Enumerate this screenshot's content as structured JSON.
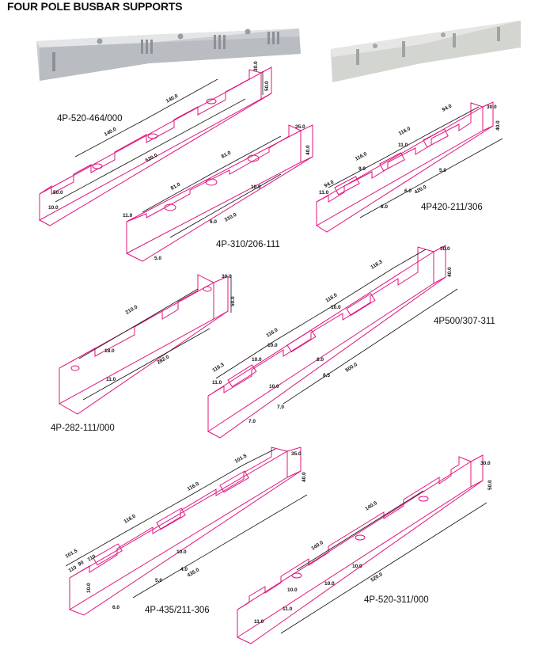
{
  "page": {
    "title": "FOUR POLE BUSBAR SUPPORTS"
  },
  "colors": {
    "outline": "#e0147e",
    "photo_body": "#c9ccd0",
    "photo_body_light": "#dadcd8"
  },
  "parts": [
    {
      "code": "4P-520-464/000",
      "dims": [
        "30.0",
        "50.0",
        "140.0",
        "140.0",
        "520.0",
        "50.0",
        "10.0"
      ]
    },
    {
      "code": "4P-310/206-111",
      "dims": [
        "35.0",
        "40.0",
        "81.0",
        "81.0",
        "10.0",
        "11.0",
        "310.0",
        "5.0",
        "6.0"
      ]
    },
    {
      "code": "4P420-211/306",
      "dims": [
        "30.0",
        "40.0",
        "94.0",
        "116.0",
        "11.0",
        "116.0",
        "9.0",
        "94.0",
        "11.0",
        "420.0",
        "6.0",
        "8.0",
        "5.0"
      ]
    },
    {
      "code": "4P-282-111/000",
      "dims": [
        "30.0",
        "50.0",
        "210.0",
        "18.0",
        "11.0",
        "282.0"
      ]
    },
    {
      "code": "4P500/307-311",
      "dims": [
        "30.0",
        "40.0",
        "116.3",
        "116.0",
        "10.0",
        "116.0",
        "10.0",
        "116.3",
        "10.0",
        "11.0",
        "10.0",
        "8.0",
        "8.5",
        "500.0",
        "7.0",
        "7.0"
      ]
    },
    {
      "code": "4P-435/211-306",
      "dims": [
        "35.0",
        "40.0",
        "101.5",
        "116.0",
        "116.0",
        "101.5",
        "110",
        "90",
        "110",
        "10.0",
        "4.0",
        "5.0",
        "435.0",
        "10.0",
        "6.0"
      ]
    },
    {
      "code": "4P-520-311/000",
      "dims": [
        "30.0",
        "50.0",
        "140.0",
        "140.0",
        "10.0",
        "10.0",
        "520.0",
        "10.0",
        "11.0",
        "11.0"
      ]
    }
  ]
}
